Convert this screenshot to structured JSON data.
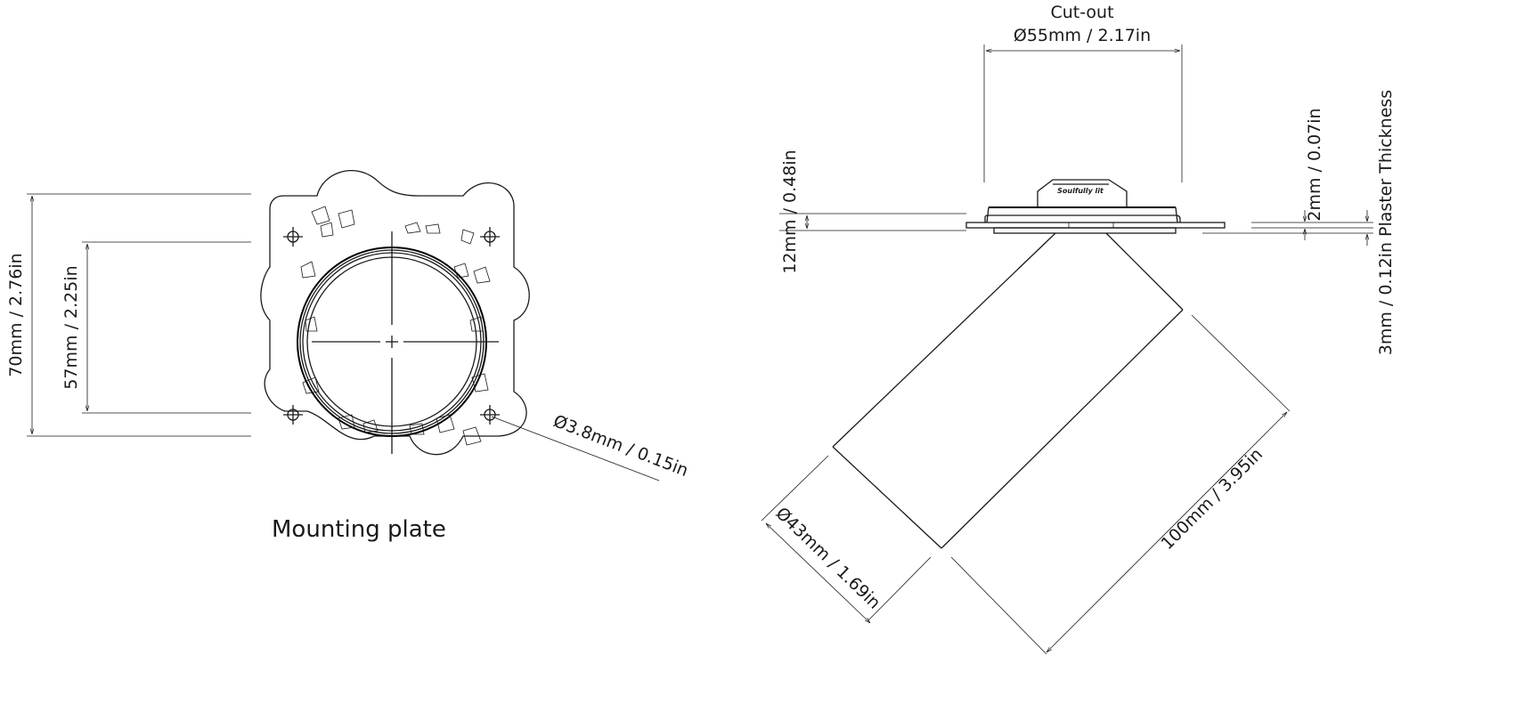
{
  "mounting_plate": {
    "title": "Mounting plate",
    "dim_outer": "70mm / 2.76in",
    "dim_inner": "57mm / 2.25in",
    "dim_hole": "Ø3.8mm / 0.15in"
  },
  "fixture": {
    "cutout_label": "Cut-out",
    "cutout_dim": "Ø55mm / 2.17in",
    "height_dim": "12mm / 0.48in",
    "flange_dim": "2mm / 0.07in",
    "plaster_dim": "3mm / 0.12in Plaster Thickness",
    "diameter_dim": "Ø43mm / 1.69in",
    "length_dim": "100mm / 3.95in",
    "logo_text": "Soulfully lit"
  }
}
